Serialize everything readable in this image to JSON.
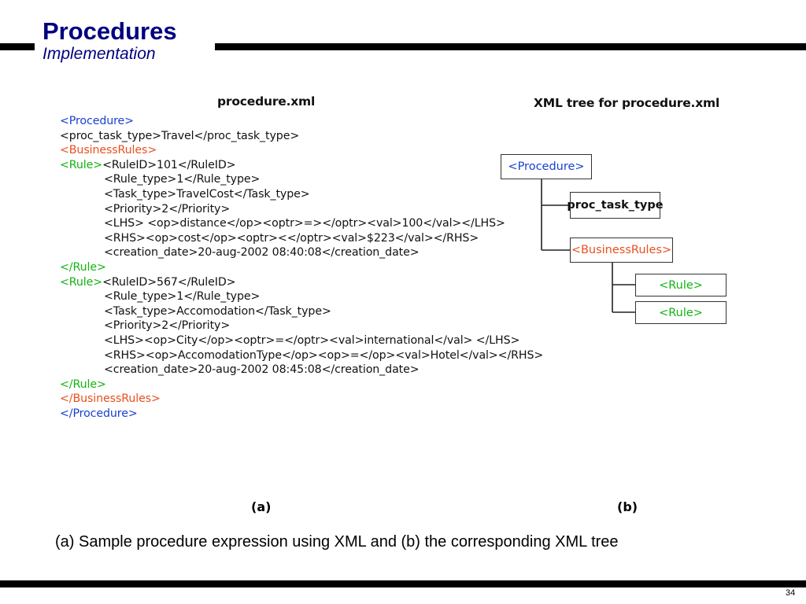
{
  "slide": {
    "title": "Procedures",
    "subtitle": "Implementation",
    "caption": "(a) Sample procedure expression using XML and (b) the corresponding XML tree",
    "page_number": "34"
  },
  "figure": {
    "left_heading": "procedure.xml",
    "right_heading": "XML tree for procedure.xml",
    "label_a": "(a)",
    "label_b": "(b)"
  },
  "colors": {
    "title": "#000080",
    "procedure_tag": "#1a3fcf",
    "business_rules_tag": "#e8501e",
    "rule_tag": "#12b312",
    "text": "#111111"
  },
  "code_lines": [
    {
      "indent": false,
      "parts": [
        {
          "t": "<Procedure>",
          "c": "procedure_tag"
        }
      ]
    },
    {
      "indent": false,
      "parts": [
        {
          "t": "<proc_task_type>Travel</proc_task_type>",
          "c": "text"
        }
      ]
    },
    {
      "indent": false,
      "parts": [
        {
          "t": "<BusinessRules>",
          "c": "business_rules_tag"
        }
      ]
    },
    {
      "indent": false,
      "parts": [
        {
          "t": "<Rule>",
          "c": "rule_tag"
        },
        {
          "t": "<RuleID>101</RuleID>",
          "c": "text"
        }
      ]
    },
    {
      "indent": true,
      "parts": [
        {
          "t": "<Rule_type>1</Rule_type>",
          "c": "text"
        }
      ]
    },
    {
      "indent": true,
      "parts": [
        {
          "t": "<Task_type>TravelCost</Task_type>",
          "c": "text"
        }
      ]
    },
    {
      "indent": true,
      "parts": [
        {
          "t": "<Priority>2</Priority>",
          "c": "text"
        }
      ]
    },
    {
      "indent": true,
      "parts": [
        {
          "t": "<LHS> <op>distance</op><optr>=></optr><val>100</val></LHS>",
          "c": "text"
        }
      ]
    },
    {
      "indent": true,
      "parts": [
        {
          "t": "<RHS><op>cost</op><optr><</optr><val>$223</val></RHS>",
          "c": "text"
        }
      ]
    },
    {
      "indent": true,
      "parts": [
        {
          "t": "<creation_date>20-aug-2002 08:40:08</creation_date>",
          "c": "text"
        }
      ]
    },
    {
      "indent": false,
      "parts": [
        {
          "t": "</Rule>",
          "c": "rule_tag"
        }
      ]
    },
    {
      "indent": false,
      "parts": [
        {
          "t": "<Rule>",
          "c": "rule_tag"
        },
        {
          "t": "<RuleID>567</RuleID>",
          "c": "text"
        }
      ]
    },
    {
      "indent": true,
      "parts": [
        {
          "t": "<Rule_type>1</Rule_type>",
          "c": "text"
        }
      ]
    },
    {
      "indent": true,
      "parts": [
        {
          "t": "<Task_type>Accomodation</Task_type>",
          "c": "text"
        }
      ]
    },
    {
      "indent": true,
      "parts": [
        {
          "t": "<Priority>2</Priority>",
          "c": "text"
        }
      ]
    },
    {
      "indent": true,
      "parts": [
        {
          "t": "<LHS><op>City</op><optr>=</optr><val>international</val> </LHS>",
          "c": "text"
        }
      ]
    },
    {
      "indent": true,
      "parts": [
        {
          "t": "<RHS><op>AccomodationType</op><op>=</op><val>Hotel</val></RHS>",
          "c": "text"
        }
      ]
    },
    {
      "indent": true,
      "parts": [
        {
          "t": "<creation_date>20-aug-2002 08:45:08</creation_date>",
          "c": "text"
        }
      ]
    },
    {
      "indent": false,
      "parts": [
        {
          "t": "</Rule>",
          "c": "rule_tag"
        }
      ]
    },
    {
      "indent": false,
      "parts": [
        {
          "t": "</BusinessRules>",
          "c": "business_rules_tag"
        }
      ]
    },
    {
      "indent": false,
      "parts": [
        {
          "t": "</Procedure>",
          "c": "procedure_tag"
        }
      ]
    }
  ],
  "tree": {
    "root": {
      "label": "<Procedure>",
      "color": "procedure_tag"
    },
    "task_type": {
      "label": "proc_task_type",
      "color": "text"
    },
    "business_rules": {
      "label": "<BusinessRules>",
      "color": "business_rules_tag"
    },
    "rule_1": {
      "label": "<Rule>",
      "color": "rule_tag"
    },
    "rule_2": {
      "label": "<Rule>",
      "color": "rule_tag"
    }
  }
}
